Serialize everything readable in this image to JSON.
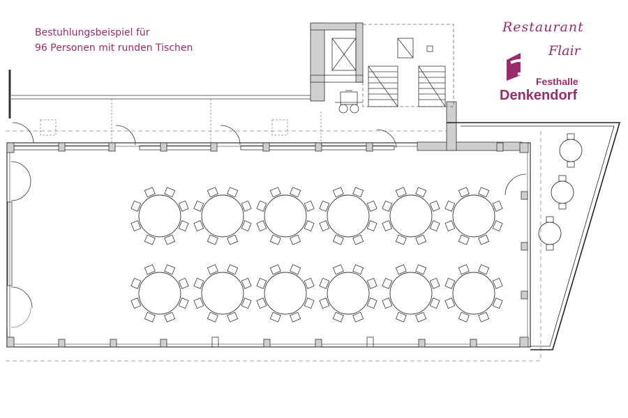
{
  "caption": {
    "line1": "Bestuhlungsbeispiel für",
    "line2": "96 Personen mit runden Tischen"
  },
  "logo": {
    "script_word1": "Restaurant",
    "script_word2": "Flair",
    "subtitle": "Festhalle",
    "title": "Denkendorf"
  },
  "colors": {
    "brand": "#9c2b6c",
    "line": "#333333",
    "dash": "#888888",
    "wall_fill": "#cfcfcf"
  },
  "floorplan": {
    "main_hall_table_rows": 2,
    "main_hall_tables_per_row": 6,
    "chairs_per_table": 8,
    "terrace_tables": 3,
    "elevator_icon": "elevator-icon",
    "stairs_icon": "stairs-icon",
    "wheelchair_icon": "wheelchair-icon"
  }
}
